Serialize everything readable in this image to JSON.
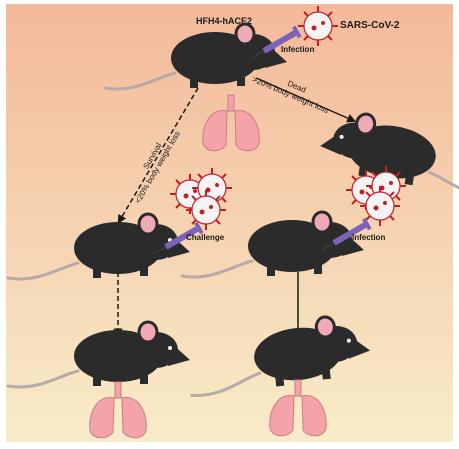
{
  "labels": {
    "strain": "HFH4-hACE2",
    "virus": "SARS-CoV-2",
    "infection_top": "Infection",
    "dead": "Dead",
    "dead_criterion": ">20% body weight loss",
    "survival": "Survival",
    "survival_criterion": "<20% body weight loss",
    "challenge": "Challenge",
    "infection_right": "Infection"
  },
  "colors": {
    "bg_top": "#f3b99a",
    "bg_bottom": "#f8ecc8",
    "mouse_body": "#2b2b2b",
    "mouse_ear": "#f0a9b5",
    "tail": "#b8a9a9",
    "lung": "#f4a3a8",
    "lung_edge": "#c97e86",
    "virus_body": "#f4f4f4",
    "virus_spike": "#c0202a",
    "syringe": "#7c63b8"
  }
}
